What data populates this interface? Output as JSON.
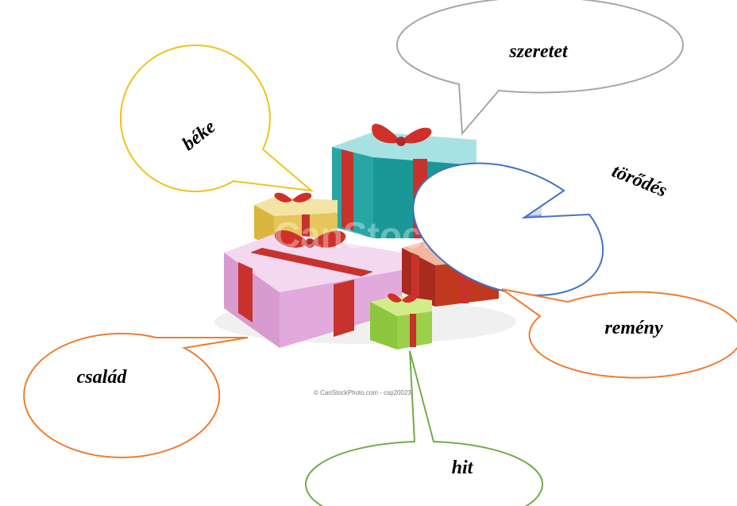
{
  "bubbles": {
    "szeretet": {
      "label": "szeretet",
      "color": "#a6a6a6"
    },
    "beke": {
      "label": "béke",
      "color": "#f2c21a"
    },
    "torodes": {
      "label": "törődés",
      "color": "#4472c4"
    },
    "remeny": {
      "label": "remény",
      "color": "#ed7d31"
    },
    "csalad": {
      "label": "család",
      "color": "#ed7d31"
    },
    "hit": {
      "label": "hit",
      "color": "#70ad47"
    }
  },
  "image": {
    "description_icon": "gift-boxes-illustration",
    "watermark": "CanStock",
    "credit": "© CanStockPhoto.com - csp20023"
  }
}
